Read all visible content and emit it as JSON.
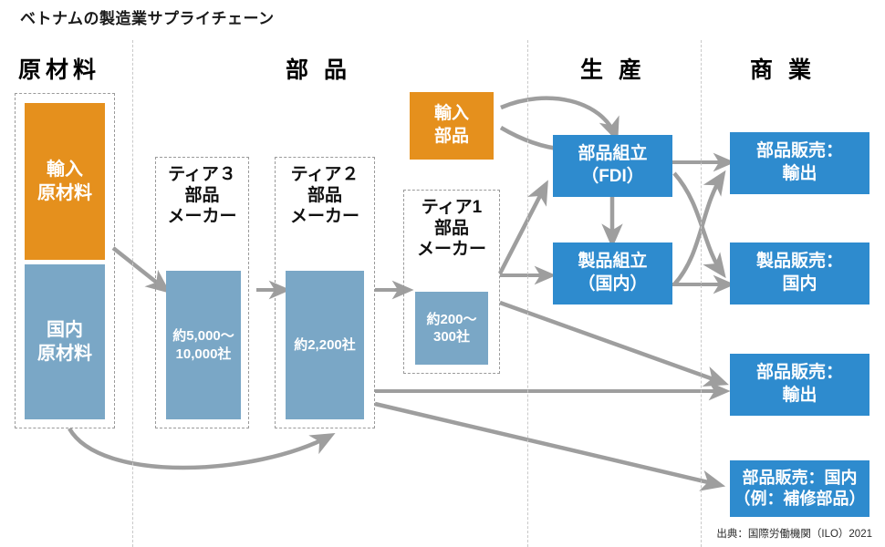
{
  "title": "ベトナムの製造業サプライチェーン",
  "source_note": "出典：国際労働機関（ILO）2021",
  "colors": {
    "orange": "#E5901D",
    "blue": "#2E8BCE",
    "steel": "#7AA7C6",
    "arrow": "#9e9e9e",
    "separator": "#c9c9c9",
    "group_border": "#9a9a9a"
  },
  "columns": [
    {
      "label": "原材料"
    },
    {
      "label": "部 品"
    },
    {
      "label": "生 産"
    },
    {
      "label": "商 業"
    }
  ],
  "nodes": {
    "imported_raw": {
      "label": "輸入\n原材料",
      "color": "orange"
    },
    "domestic_raw": {
      "label": "国内\n原材料",
      "color": "steel"
    },
    "tier3_title": "ティア３\n部品\nメーカー",
    "tier3_count": {
      "label": "約5,000〜\n10,000社",
      "color": "steel"
    },
    "tier2_title": "ティア２\n部品\nメーカー",
    "tier2_count": {
      "label": "約2,200社",
      "color": "steel"
    },
    "tier1_title": "ティア1\n部品\nメーカー",
    "tier1_count": {
      "label": "約200〜\n300社",
      "color": "steel"
    },
    "imported_parts": {
      "label": "輸入\n部品",
      "color": "orange"
    },
    "parts_assembly_fdi": {
      "label": "部品組立\n（FDI）",
      "color": "blue"
    },
    "product_assembly_dom": {
      "label": "製品組立\n（国内）",
      "color": "blue"
    },
    "parts_sales_export_top": {
      "label": "部品販売：\n輸出",
      "color": "blue"
    },
    "product_sales_domestic": {
      "label": "製品販売：\n国内",
      "color": "blue"
    },
    "parts_sales_export_mid": {
      "label": "部品販売：\n輸出",
      "color": "blue"
    },
    "parts_sales_domestic_repair": {
      "label": "部品販売：国内\n（例：補修部品）",
      "color": "blue"
    }
  }
}
